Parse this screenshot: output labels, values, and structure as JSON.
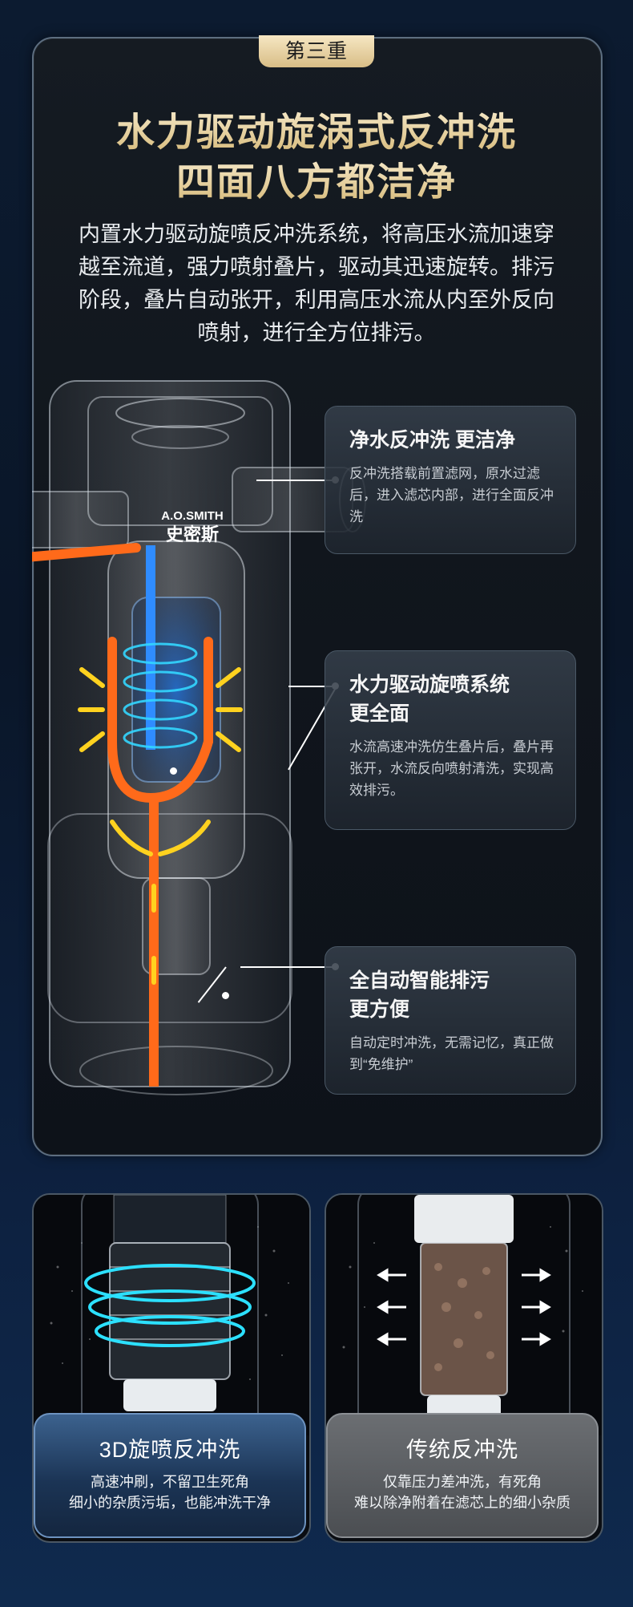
{
  "badge": "第三重",
  "title": {
    "line1": "水力驱动旋涡式反冲洗",
    "line2": "四面八方都洁净"
  },
  "intro": "内置水力驱动旋喷反冲洗系统，将高压水流加速穿越至流道，强力喷射叠片，驱动其迅速旋转。排污阶段，叠片自动张开，利用高压水流从内至外反向喷射，进行全方位排污。",
  "product": {
    "brand_en": "A.O.SMITH",
    "brand_cn": "史密斯"
  },
  "features": [
    {
      "title": "净水反冲洗 更洁净",
      "desc": "反冲洗搭载前置滤网，原水过滤后，进入滤芯内部，进行全面反冲洗"
    },
    {
      "title_line1": "水力驱动旋喷系统",
      "title_line2": "更全面",
      "desc": "水流高速冲洗仿生叠片后，叠片再张开，水流反向喷射清洗，实现高效排污。"
    },
    {
      "title_line1": "全自动智能排污",
      "title_line2": "更方便",
      "desc": "自动定时冲洗，无需记忆，真正做到“免维护”"
    }
  ],
  "compare": {
    "left": {
      "title": "3D旋喷反冲洗",
      "line1": "高速冲刷，不留卫生死角",
      "line2": "细小的杂质污垢，也能冲洗干净"
    },
    "right": {
      "title": "传统反冲洗",
      "line1": "仅靠压力差冲洗，有死角",
      "line2": "难以除净附着在滤芯上的细小杂质"
    }
  },
  "colors": {
    "gold": "#e9d7ab",
    "flow_orange": "#ff6a1a",
    "flow_blue": "#2f8cff",
    "arrow_yellow": "#ffd21f",
    "swirl_cyan": "#33d6ff"
  }
}
